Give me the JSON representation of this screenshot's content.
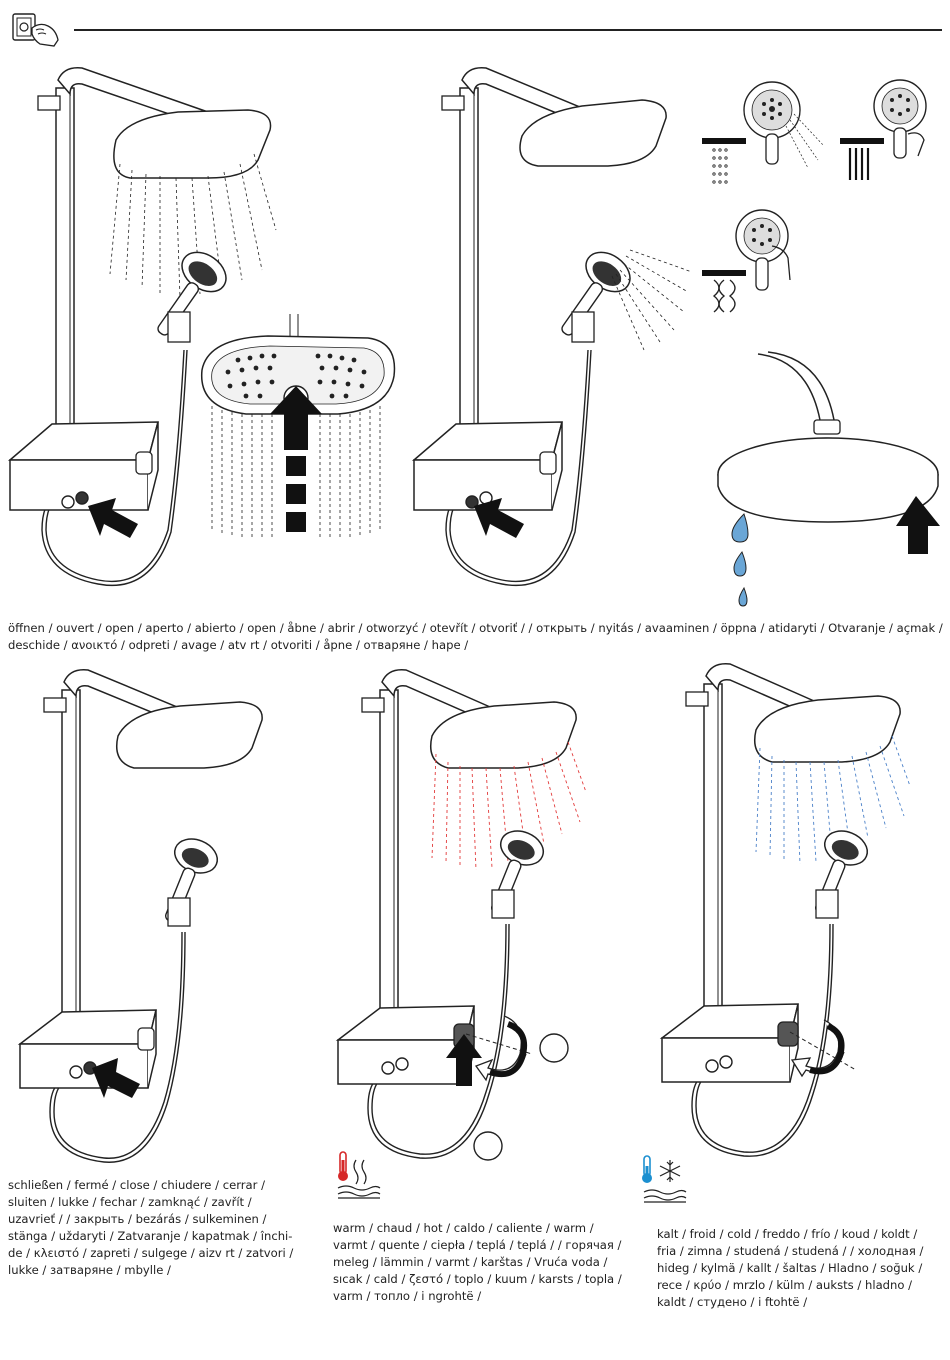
{
  "header": {
    "icon": "hand-turning-dial-icon"
  },
  "captions": {
    "open": "öffnen / ouvert / open / aperto / abierto / open / åbne / abrir / otworzyć / otevřít / otvoriť /      / открыть / nyitás / avaaminen / öppna / atidaryti / Otvaranje / açmak / deschide / ανοικτό / odpreti / avage / atv  rt / otvoriti / åpne / отваряне / hape /",
    "close": "schließen / fermé / close / chiudere / cerrar / sluiten / lukke / fechar / zamknąć / zavřít / uzavrieť /      / закрыть / bezárás / sulkeminen / stänga / uždaryti / Zatvaranje / kapatmak / închi-de / κλειστό / zapreti / sulgege / aizv  rt / zatvori / lukke / затваряне / mbylle /",
    "warm": "warm / chaud / hot / caldo / caliente / warm / varmt / quente / ciepła / teplá / teplá / / горячая / meleg / lämmin / varmt / karštas / Vruća voda / sıcak / cald / ζεστό / toplo / kuum / karsts / topla / varm / топло / i ngrohtë /",
    "cold": "kalt / froid / cold / freddo / frío / koud / koldt / fria / zimna / studená / studená /      / холодная / hideg / kylmä / kallt / šaltas / Hladno / soğuk / rece / κρύο / mrzlo / külm / auksts / hladno / kaldt / студено / i ftohtë /"
  },
  "colors": {
    "ink": "#222222",
    "hot_spray": "#e23a3a",
    "cold_spray": "#4a80c8",
    "drop_fill": "#6aa6d6",
    "thermo_red": "#d62828",
    "thermo_blue": "#1b8fd0"
  },
  "icons": {
    "spray_rain": "rain-spray-mode-icon",
    "spray_massage": "massage-spray-mode-icon",
    "spray_mono": "mono-spray-mode-icon",
    "warm_symbol": "hot-water-thermometer-icon",
    "cold_symbol": "cold-water-snowflake-icon"
  }
}
